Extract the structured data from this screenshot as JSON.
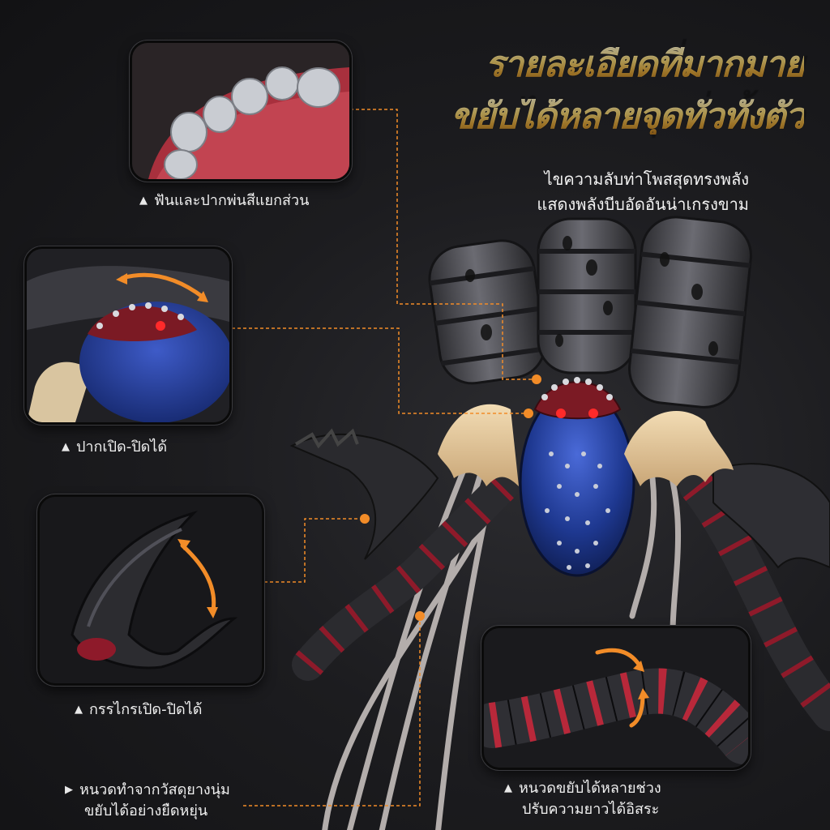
{
  "headline": {
    "line1": "รายละเอียดที่มากมาย",
    "line2": "ขยับได้หลายจุดทั่วทั้งตัว"
  },
  "subtitle": {
    "line1": "ไขความลับท่าโพสสุดทรงพลัง",
    "line2": "แสดงพลังบีบอัดอันน่าเกรงขาม"
  },
  "captions": {
    "teeth": "ฟันและปากพ่นสีแยกส่วน",
    "mouth": "ปากเปิด-ปิดได้",
    "pincer": "กรรไกรเปิด-ปิดได้",
    "tentacle_line1": "หนวดทำจากวัสดุยางนุ่ม",
    "tentacle_line2": "ขยับได้อย่างยืดหยุ่น",
    "segments_line1": "หนวดขยับได้หลายช่วง",
    "segments_line2": "ปรับความยาวได้อิสระ"
  },
  "icons": {
    "triangle_up": "▲",
    "triangle_right": "▶"
  },
  "colors": {
    "accent": "#f28c28",
    "gold": "#f2c250",
    "panel_border": "#0a0a0a",
    "creature_blue": "#2a47a8",
    "creature_red_eye": "#ff2a2a"
  }
}
